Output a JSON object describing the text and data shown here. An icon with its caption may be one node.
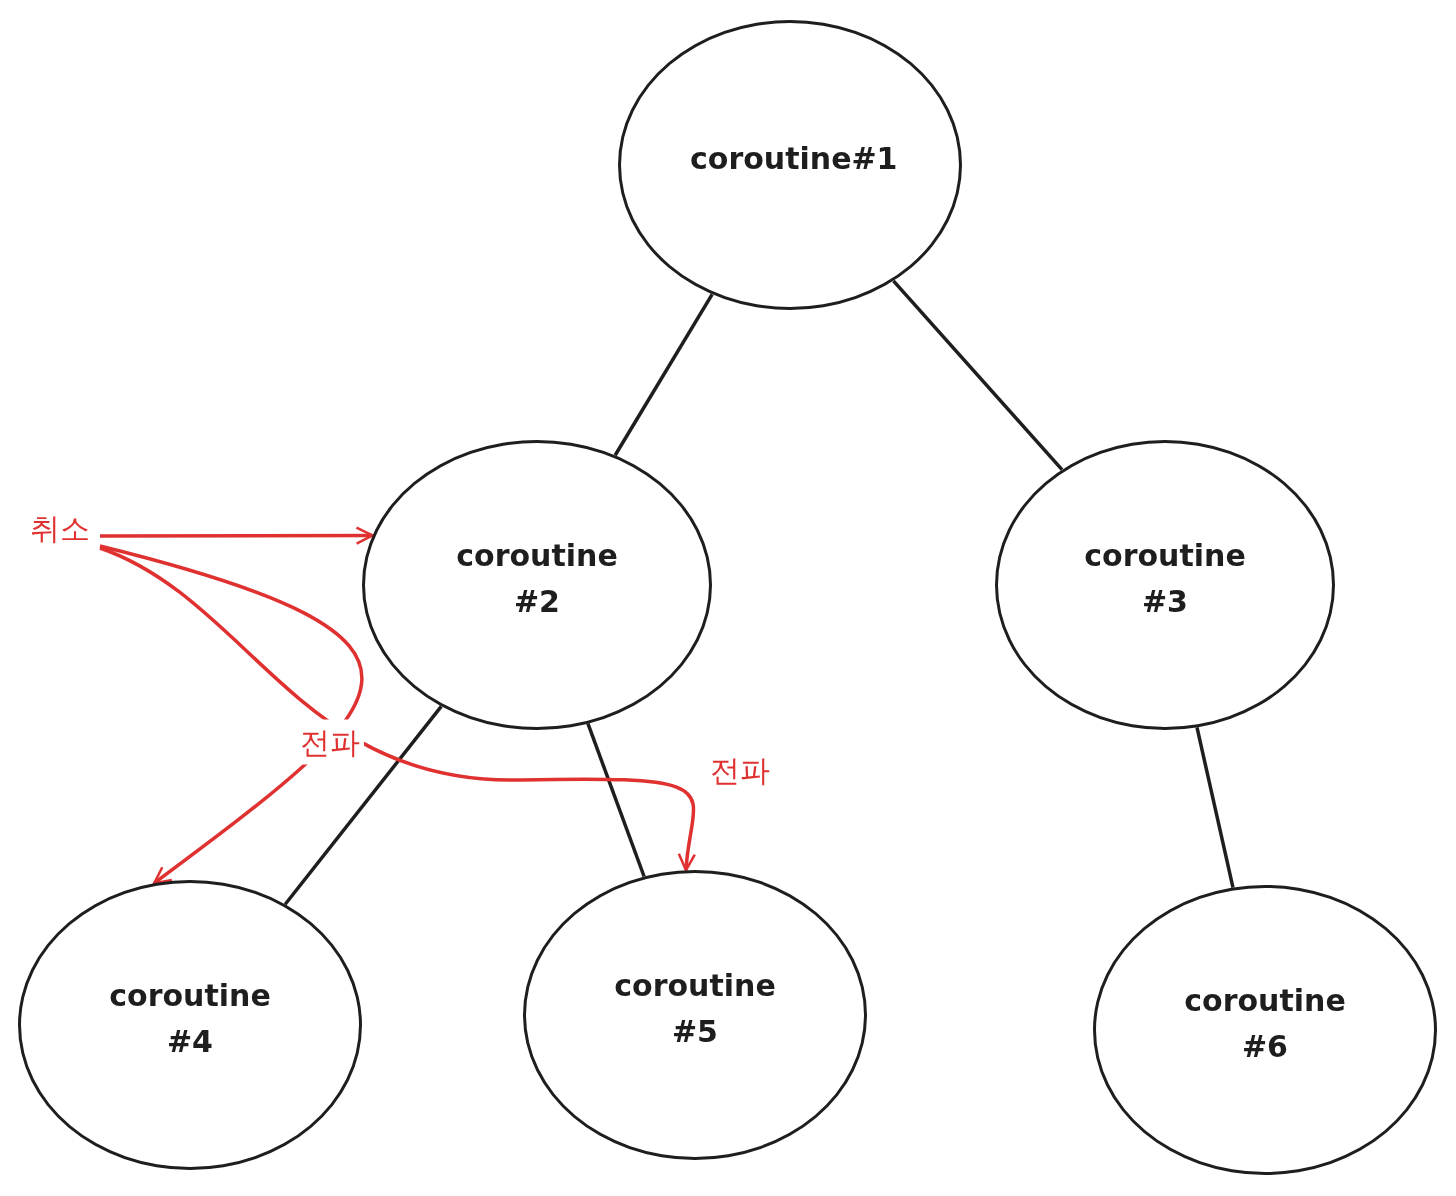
{
  "diagram": {
    "nodes": [
      {
        "text": [
          "coroutine#1"
        ]
      },
      {
        "text": [
          "coroutine #2"
        ]
      },
      {
        "text": [
          "coroutine #3"
        ]
      },
      {
        "text": [
          "coroutine #4"
        ]
      },
      {
        "text": [
          "coroutine #5"
        ]
      },
      {
        "text": [
          "coroutine #6"
        ]
      },
      {
        "text": [
          "취소"
        ]
      }
    ],
    "edges": [
      {
        "from": 0,
        "to": 1,
        "arrow": "none"
      },
      {
        "from": 0,
        "to": 2,
        "arrow": "none"
      },
      {
        "from": 1,
        "to": 3,
        "arrow": "none"
      },
      {
        "from": 1,
        "to": 4,
        "arrow": "none"
      },
      {
        "from": 2,
        "to": 5,
        "arrow": "none"
      },
      {
        "from": 6,
        "to": 1,
        "arrow": "to",
        "color": "#e03131"
      },
      {
        "from": 6,
        "to": 3,
        "arrow": "to",
        "label": "전파",
        "color": "#e03131"
      },
      {
        "from": 6,
        "to": 4,
        "arrow": "to",
        "label": "전파",
        "color": "#e03131"
      }
    ]
  }
}
